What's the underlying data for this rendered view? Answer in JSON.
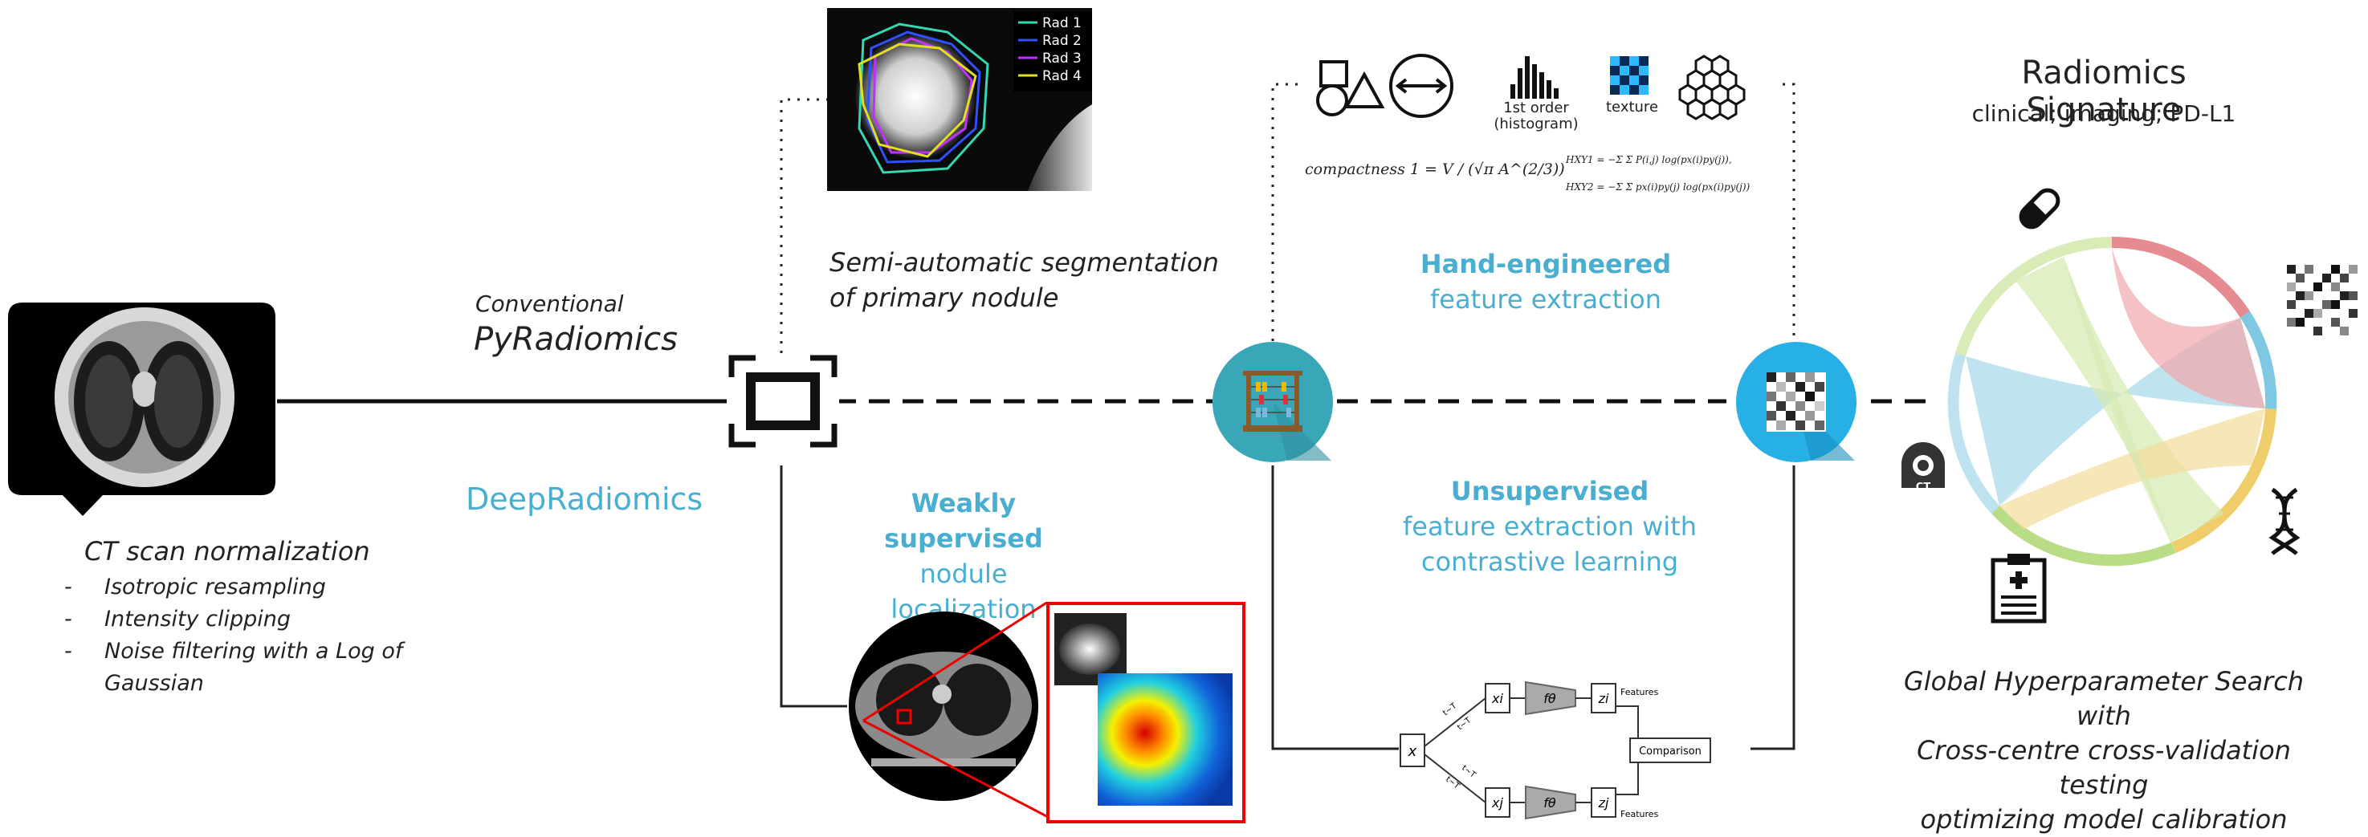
{
  "ct_section": {
    "title": "CT scan normalization",
    "bullets": [
      "Isotropic resampling",
      "Intensity clipping",
      "Noise filtering with a Log of Gaussian"
    ]
  },
  "pyradiomics": {
    "prefix": "Conventional",
    "name": "PyRadiomics"
  },
  "deepradiomics": {
    "label": "DeepRadiomics"
  },
  "segmentation": {
    "caption_line1": "Semi-automatic segmentation",
    "caption_line2": "of primary nodule",
    "legend": [
      "Rad 1",
      "Rad 2",
      "Rad 3",
      "Rad 4"
    ]
  },
  "hand_engineered": {
    "title": "Hand-engineered",
    "subtitle": "feature extraction"
  },
  "feature_icons": {
    "histogram_label_1": "1st order",
    "histogram_label_2": "(histogram)",
    "texture_label": "texture"
  },
  "formulas": {
    "compactness": "compactness 1 = V / (√π A^(2/3))",
    "hxy1": "HXY1 = −Σ Σ P(i,j) log(px(i)py(j)),",
    "hxy2": "HXY2 = −Σ Σ px(i)py(j) log(px(i)py(j))"
  },
  "weakly": {
    "title": "Weakly supervised",
    "subtitle": "nodule localization"
  },
  "unsupervised": {
    "title": "Unsupervised",
    "line2": "feature extraction with",
    "line3": "contrastive learning"
  },
  "contrastive": {
    "x": "x",
    "xi": "xi",
    "xj": "xj",
    "f1": "fθ",
    "f2": "fθ",
    "zi": "zi",
    "zj": "zj",
    "t1": "t~T",
    "t2": "t~T",
    "t3": "t~T",
    "t4": "t~T",
    "features1": "Features",
    "features2": "Features",
    "comparison": "Comparison"
  },
  "signature": {
    "title": "Radiomics Signature",
    "subtitle": "clinical; imaging; PD-L1",
    "ct_icon_label": "CT",
    "search_line1": "Global Hyperparameter Search with",
    "search_line2": "Cross-centre cross-validation testing",
    "search_line3": "optimizing model calibration"
  },
  "colors": {
    "accent_blue": "#4aaed0",
    "node_teal": "#3aa7b8",
    "node_blue": "#27b0e6",
    "chord_red": "#f2a7ab",
    "chord_blue": "#a9d9ea",
    "chord_green": "#d6eab0",
    "chord_yellow": "#f4dc9a"
  }
}
